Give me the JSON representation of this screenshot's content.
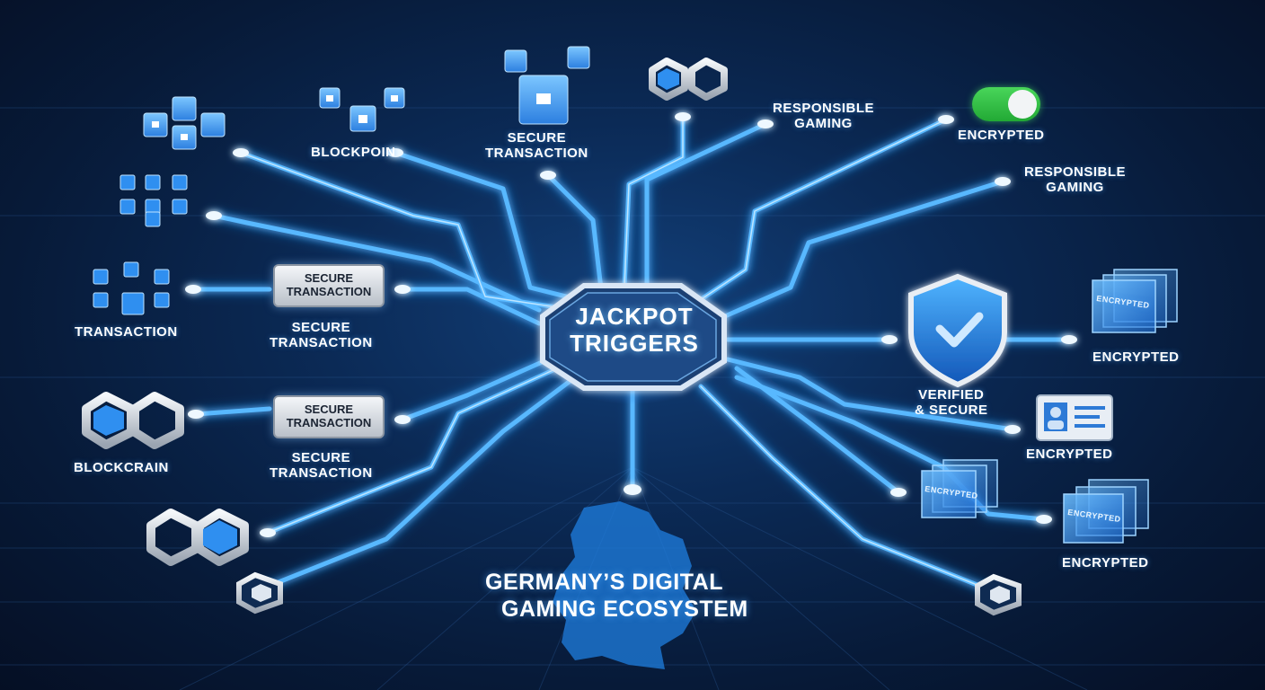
{
  "hub": {
    "line1": "JACKPOT",
    "line2": "TRIGGERS"
  },
  "title": {
    "line1": "GERMANY’S DIGITAL",
    "line2": "GAMING ECOSYSTEM"
  },
  "labels": {
    "blockpoin": "BLOCKPOIN",
    "secure_transaction_top_line1": "SECURE",
    "secure_transaction_top_line2": "TRANSACTION",
    "responsible_gaming_top_line1": "RESPONSIBLE",
    "responsible_gaming_top_line2": "GAMING",
    "encrypted_toggle": "ENCRYPTED",
    "responsible_gaming_right_line1": "RESPONSIBLE",
    "responsible_gaming_right_line2": "GAMING",
    "transaction": "TRANSACTION",
    "secure_box_1_line1": "SECURE",
    "secure_box_1_line2": "TRANSACTION",
    "secure_caption_1_line1": "SECURE",
    "secure_caption_1_line2": "TRANSACTION",
    "secure_box_2_line1": "SECURE",
    "secure_box_2_line2": "TRANSACTION",
    "secure_caption_2_line1": "SECURE",
    "secure_caption_2_line2": "TRANSACTION",
    "blockcrain": "BLOCKCRAIN",
    "encrypted_right_top": "ENCRYPTED",
    "verified_line1": "VERIFIED",
    "verified_line2": "& SECURE",
    "encrypted_id": "ENCRYPTED",
    "encrypted_bottom": "ENCRYPTED",
    "encrypted_stack_1": "ENCRYPTED",
    "encrypted_stack_2": "ENCRYPTED",
    "encrypted_stack_3": "ENCRYPTED"
  },
  "colors": {
    "line": "#4fb0ff",
    "line_glow": "#1e7fe0",
    "hub_fill": "#1b3f73",
    "node": "#e9f6ff",
    "cube": "#2f8ff0",
    "toggle_on": "#33c548",
    "map": "#1f7fe0"
  },
  "icons": [
    "lock-cube-icon",
    "chain-link-icon",
    "shield-check-icon",
    "id-card-icon",
    "encrypted-panel-icon",
    "toggle-icon"
  ]
}
